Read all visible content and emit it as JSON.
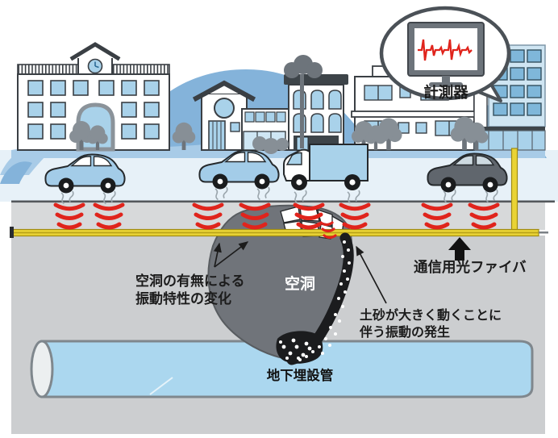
{
  "labels": {
    "instrument": "計測器",
    "fiber": "通信用光ファイバ",
    "cavity": "空洞",
    "cavity_note_1": "空洞の有無による",
    "cavity_note_2": "振動特性の変化",
    "soil_note_1": "土砂が大きく動くことに",
    "soil_note_2": "伴う振動の発生",
    "pipe": "地下埋設管"
  },
  "icons": {
    "monitor": "monitor-icon",
    "waveform": "waveform-icon",
    "speech_bubble": "speech-bubble",
    "up_arrow": "up-arrow-icon",
    "vibration_wave": "vibration-wave-icon",
    "clock": "clock-icon"
  },
  "colors": {
    "vibration_red": "#e0241c",
    "fiber_yellow": "#e9d335",
    "window_blue": "#a9d2ea",
    "hill_blue": "#84b3da",
    "street_blue": "#e7f1f8",
    "road_gray": "#d7d9da",
    "soil_gray": "#ccced0",
    "cavity_gray": "#70747a",
    "rubble_black": "#1b1c1e",
    "pipe_blue": "#abd7ef",
    "car_blue": "#a3cce8",
    "car_gray": "#60666d",
    "monitor_gray": "#6d747b"
  }
}
